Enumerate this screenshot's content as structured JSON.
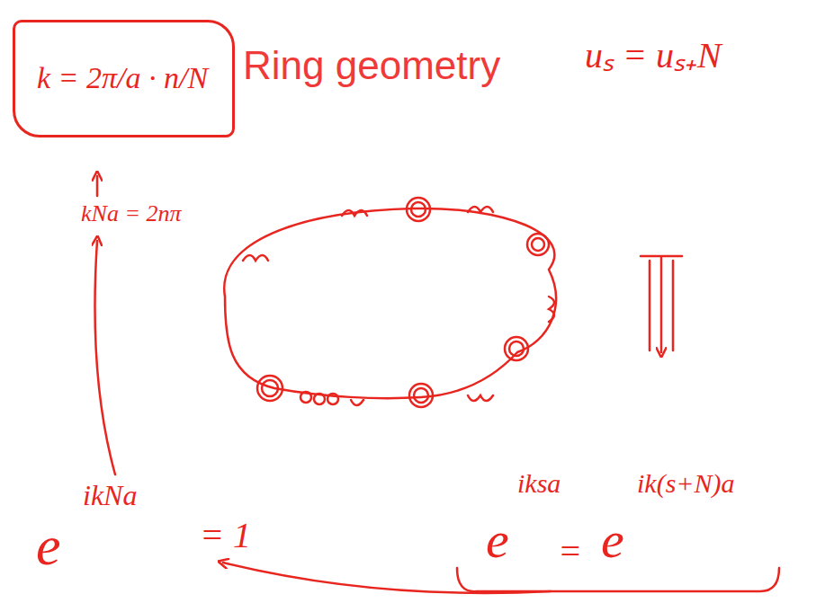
{
  "diagram": {
    "title": "Ring geometry",
    "nodes": [
      {
        "text": [
          "k = 2π/a · n/N"
        ]
      }
    ],
    "labels": [
      "kNa = 2nπ",
      "uₛ = uₛ₊N",
      "e",
      "ikNa",
      "= 1",
      "e",
      "iksa",
      "=",
      "e",
      "ik(s+N)a"
    ]
  }
}
